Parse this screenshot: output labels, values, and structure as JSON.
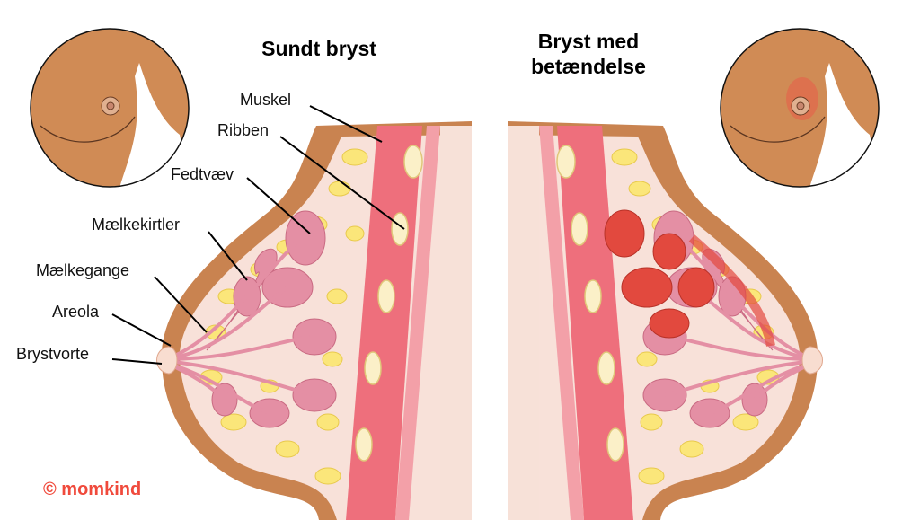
{
  "titles": {
    "healthy": "Sundt bryst",
    "inflamed_line1": "Bryst med",
    "inflamed_line2": "betændelse"
  },
  "labels": {
    "muscle": "Muskel",
    "ribs": "Ribben",
    "fat": "Fedtvæv",
    "glands": "Mælkekirtler",
    "ducts": "Mælkegange",
    "areola": "Areola",
    "nipple": "Brystvorte"
  },
  "brand": "© momkind",
  "colors": {
    "skin": "#d08b55",
    "tissue": "#f8e0d8",
    "fat": "#fbe67a",
    "muscle": "#ee6f7c",
    "gland": "#e48fa4",
    "inflamed": "#e2493e",
    "brand": "#f04a3c"
  }
}
